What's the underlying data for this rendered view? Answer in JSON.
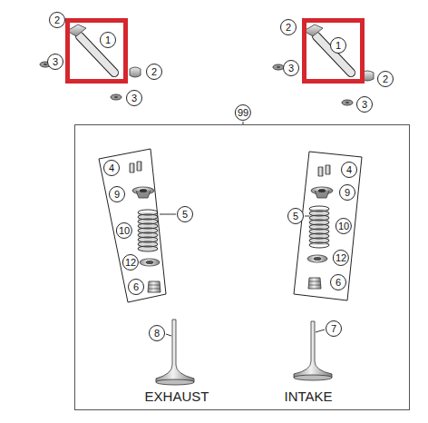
{
  "diagram": {
    "nodes": [
      {
        "text": [
          "1"
        ]
      },
      {
        "text": [
          "1"
        ]
      },
      {
        "text": [
          "99"
        ]
      },
      {
        "text": [
          "4",
          "9",
          "10",
          "12",
          "6"
        ],
        "in": 2
      },
      {
        "text": [
          "4",
          "9",
          "10",
          "12",
          "6"
        ],
        "in": 2
      }
    ],
    "labels": [
      "2",
      "3",
      "2",
      "3",
      "2",
      "3",
      "2",
      "3",
      "5",
      "5",
      "8",
      "7",
      "EXHAUST",
      "INTAKE"
    ]
  }
}
